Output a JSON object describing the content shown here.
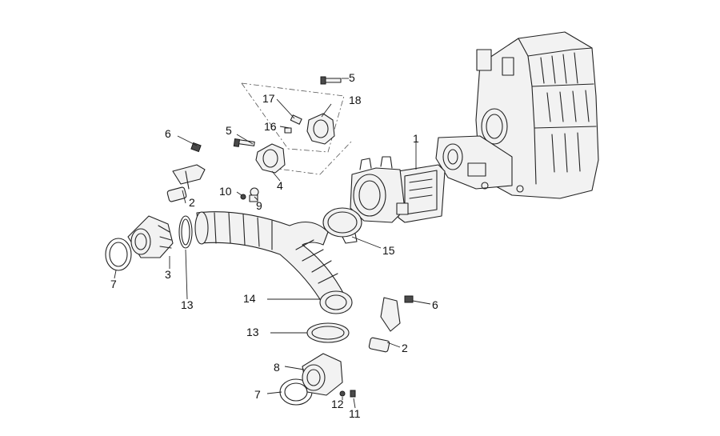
{
  "callouts": {
    "p1": "1",
    "p2a": "2",
    "p2b": "2",
    "p3": "3",
    "p4": "4",
    "p5a": "5",
    "p5b": "5",
    "p6a": "6",
    "p6b": "6",
    "p7a": "7",
    "p7b": "7",
    "p8": "8",
    "p9": "9",
    "p10": "10",
    "p11": "11",
    "p12": "12",
    "p13a": "13",
    "p13b": "13",
    "p14": "14",
    "p15": "15",
    "p16": "16",
    "p17": "17",
    "p18": "18"
  }
}
